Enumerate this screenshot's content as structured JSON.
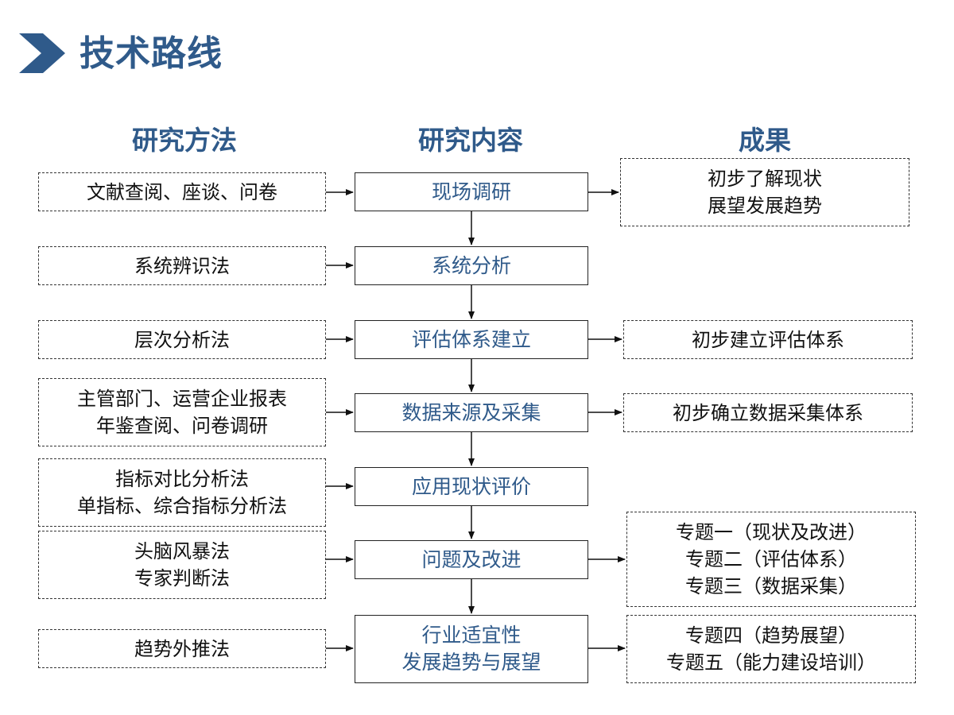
{
  "title": "技术路线",
  "headers": {
    "methods": "研究方法",
    "content": "研究内容",
    "results": "成果"
  },
  "methods": [
    [
      "文献查阅、座谈、问卷"
    ],
    [
      "系统辨识法"
    ],
    [
      "层次分析法"
    ],
    [
      "主管部门、运营企业报表",
      "年鉴查阅、问卷调研"
    ],
    [
      "指标对比分析法",
      "单指标、综合指标分析法"
    ],
    [
      "头脑风暴法",
      "专家判断法"
    ],
    [
      "趋势外推法"
    ]
  ],
  "steps": [
    [
      "现场调研"
    ],
    [
      "系统分析"
    ],
    [
      "评估体系建立"
    ],
    [
      "数据来源及采集"
    ],
    [
      "应用现状评价"
    ],
    [
      "问题及改进"
    ],
    [
      "行业适宜性",
      "发展趋势与展望"
    ]
  ],
  "results": [
    [
      "初步了解现状",
      "展望发展趋势"
    ],
    [
      "初步建立评估体系"
    ],
    [
      "初步确立数据采集体系"
    ],
    [
      "专题一（现状及改进）",
      "专题二（评估体系）",
      "专题三（数据采集）"
    ],
    [
      "专题四（趋势展望）",
      "专题五（能力建设培训）"
    ]
  ],
  "colors": {
    "accent": "#2F5A8A",
    "text": "#111111",
    "border": "#222222"
  }
}
